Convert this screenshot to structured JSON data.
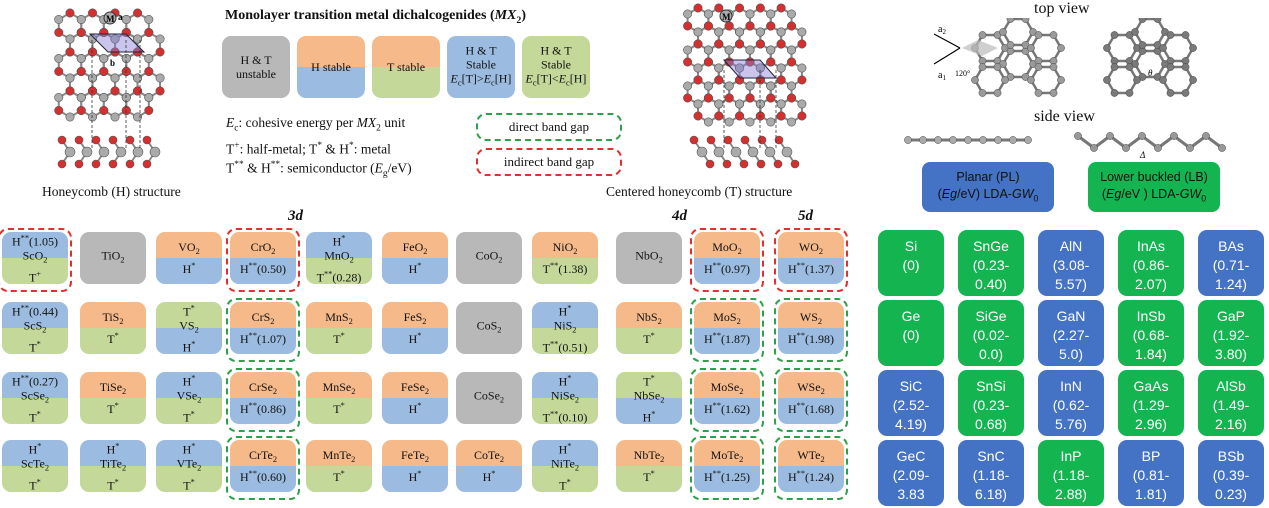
{
  "title": "Monolayer transition metal dichalcogenides (MX2)",
  "colors": {
    "gray": "#b8b8b8",
    "blue": "#9bbce0",
    "orange": "#f5b98a",
    "green": "#c4d89a",
    "red": "#e03030",
    "dgreen": "#2ea04a",
    "rblue": "#4472c4",
    "rgreen": "#14b450"
  },
  "legend": {
    "boxes": [
      {
        "label": "H & T unstable",
        "top": "gray",
        "bottom": "gray"
      },
      {
        "label": "H stable",
        "top": "orange",
        "bottom": "blue"
      },
      {
        "label": "T stable",
        "top": "orange",
        "bottom": "green"
      },
      {
        "label": "H & T Stable Ec[T]>Ec[H]",
        "top": "blue",
        "bottom": "blue"
      },
      {
        "label": "H & T Stable Ec[T]<Ec[H]",
        "top": "green",
        "bottom": "green"
      }
    ],
    "notes": [
      "Ec: cohesive energy per MX2 unit",
      "T+: half-metal; T* & H*: metal",
      "T** & H**: semiconductor (Eg/eV)"
    ],
    "direct": "direct band gap",
    "indirect": "indirect band gap"
  },
  "captions": {
    "h": "Honeycomb (H) structure",
    "t": "Centered honeycomb (T) structure"
  },
  "headers": {
    "d3": "3d",
    "d4": "4d",
    "d5": "5d"
  },
  "grid": [
    [
      {
        "lines": [
          "H**(1.05)",
          "ScO2",
          "T+"
        ],
        "c": [
          "blue",
          "green"
        ],
        "frame": "red"
      },
      {
        "lines": [
          "TiO2"
        ],
        "c": [
          "gray",
          "gray"
        ]
      },
      {
        "lines": [
          "VO2",
          "H*"
        ],
        "c": [
          "orange",
          "blue"
        ]
      },
      {
        "lines": [
          "CrO2",
          "H**(0.50)"
        ],
        "c": [
          "orange",
          "blue"
        ],
        "frame": "red"
      },
      {
        "lines": [
          "H*",
          "MnO2",
          "T**(0.28)"
        ],
        "c": [
          "blue",
          "green"
        ]
      },
      {
        "lines": [
          "FeO2",
          "H*"
        ],
        "c": [
          "orange",
          "blue"
        ]
      },
      {
        "lines": [
          "CoO2"
        ],
        "c": [
          "gray",
          "gray"
        ]
      },
      {
        "lines": [
          "NiO2",
          "T**(1.38)"
        ],
        "c": [
          "orange",
          "green"
        ]
      },
      {
        "lines": [
          "NbO2"
        ],
        "c": [
          "gray",
          "gray"
        ]
      },
      {
        "lines": [
          "MoO2",
          "H**(0.97)"
        ],
        "c": [
          "orange",
          "blue"
        ],
        "frame": "red"
      },
      {
        "lines": [
          "WO2",
          "H**(1.37)"
        ],
        "c": [
          "orange",
          "blue"
        ],
        "frame": "red"
      }
    ],
    [
      {
        "lines": [
          "H**(0.44)",
          "ScS2",
          "T*"
        ],
        "c": [
          "blue",
          "green"
        ]
      },
      {
        "lines": [
          "TiS2",
          "T*"
        ],
        "c": [
          "orange",
          "green"
        ]
      },
      {
        "lines": [
          "T*",
          "VS2",
          "H*"
        ],
        "c": [
          "green",
          "blue"
        ]
      },
      {
        "lines": [
          "CrS2",
          "H**(1.07)"
        ],
        "c": [
          "orange",
          "blue"
        ],
        "frame": "green"
      },
      {
        "lines": [
          "MnS2",
          "T*"
        ],
        "c": [
          "orange",
          "green"
        ]
      },
      {
        "lines": [
          "FeS2",
          "H*"
        ],
        "c": [
          "orange",
          "blue"
        ]
      },
      {
        "lines": [
          "CoS2"
        ],
        "c": [
          "gray",
          "gray"
        ]
      },
      {
        "lines": [
          "H*",
          "NiS2",
          "T**(0.51)"
        ],
        "c": [
          "blue",
          "green"
        ]
      },
      {
        "lines": [
          "NbS2",
          "T*"
        ],
        "c": [
          "orange",
          "green"
        ]
      },
      {
        "lines": [
          "MoS2",
          "H**(1.87)"
        ],
        "c": [
          "orange",
          "blue"
        ],
        "frame": "green"
      },
      {
        "lines": [
          "WS2",
          "H**(1.98)"
        ],
        "c": [
          "orange",
          "blue"
        ],
        "frame": "green"
      }
    ],
    [
      {
        "lines": [
          "H**(0.27)",
          "ScSe2",
          "T*"
        ],
        "c": [
          "blue",
          "green"
        ]
      },
      {
        "lines": [
          "TiSe2",
          "T*"
        ],
        "c": [
          "orange",
          "green"
        ]
      },
      {
        "lines": [
          "H*",
          "VSe2",
          "T*"
        ],
        "c": [
          "blue",
          "green"
        ]
      },
      {
        "lines": [
          "CrSe2",
          "H**(0.86)"
        ],
        "c": [
          "orange",
          "blue"
        ],
        "frame": "green"
      },
      {
        "lines": [
          "MnSe2",
          "T*"
        ],
        "c": [
          "orange",
          "green"
        ]
      },
      {
        "lines": [
          "FeSe2",
          "H*"
        ],
        "c": [
          "orange",
          "blue"
        ]
      },
      {
        "lines": [
          "CoSe2"
        ],
        "c": [
          "gray",
          "gray"
        ]
      },
      {
        "lines": [
          "H*",
          "NiSe2",
          "T**(0.10)"
        ],
        "c": [
          "blue",
          "green"
        ]
      },
      {
        "lines": [
          "T*",
          "NbSe2",
          "H*"
        ],
        "c": [
          "green",
          "blue"
        ]
      },
      {
        "lines": [
          "MoSe2",
          "H**(1.62)"
        ],
        "c": [
          "orange",
          "blue"
        ],
        "frame": "green"
      },
      {
        "lines": [
          "WSe2",
          "H**(1.68)"
        ],
        "c": [
          "orange",
          "blue"
        ],
        "frame": "green"
      }
    ],
    [
      {
        "lines": [
          "H*",
          "ScTe2",
          "T*"
        ],
        "c": [
          "blue",
          "green"
        ]
      },
      {
        "lines": [
          "H*",
          "TiTe2",
          "T*"
        ],
        "c": [
          "blue",
          "green"
        ]
      },
      {
        "lines": [
          "H*",
          "VTe2",
          "T*"
        ],
        "c": [
          "blue",
          "green"
        ]
      },
      {
        "lines": [
          "CrTe2",
          "H**(0.60)"
        ],
        "c": [
          "orange",
          "blue"
        ],
        "frame": "green"
      },
      {
        "lines": [
          "MnTe2",
          "T*"
        ],
        "c": [
          "orange",
          "green"
        ]
      },
      {
        "lines": [
          "FeTe2",
          "H*"
        ],
        "c": [
          "orange",
          "blue"
        ]
      },
      {
        "lines": [
          "CoTe2",
          "H*"
        ],
        "c": [
          "orange",
          "blue"
        ]
      },
      {
        "lines": [
          "H*",
          "NiTe2",
          "T*"
        ],
        "c": [
          "blue",
          "green"
        ]
      },
      {
        "lines": [
          "NbTe2",
          "T*"
        ],
        "c": [
          "orange",
          "green"
        ]
      },
      {
        "lines": [
          "MoTe2",
          "H**(1.25)"
        ],
        "c": [
          "orange",
          "blue"
        ],
        "frame": "green"
      },
      {
        "lines": [
          "WTe2",
          "H**(1.24)"
        ],
        "c": [
          "orange",
          "blue"
        ],
        "frame": "green"
      }
    ]
  ],
  "right": {
    "top_view": "top view",
    "side_view": "side view",
    "lattice_labels": [
      "a2",
      "a1",
      "120°",
      "θ",
      "Δ"
    ],
    "planar": "Planar (PL) (Eg/eV) LDA-GW0",
    "buckled": "Lower buckled (LB) (Eg/eV ) LDA-GW0",
    "cells": [
      [
        {
          "n": "Si",
          "v": "(0)",
          "c": "g"
        },
        {
          "n": "SnGe",
          "v": "(0.23-0.40)",
          "c": "g"
        },
        {
          "n": "AlN",
          "v": "(3.08-5.57)",
          "c": "b"
        },
        {
          "n": "InAs",
          "v": "(0.86-2.07)",
          "c": "g"
        },
        {
          "n": "BAs",
          "v": "(0.71-1.24)",
          "c": "b"
        }
      ],
      [
        {
          "n": "Ge",
          "v": "(0)",
          "c": "g"
        },
        {
          "n": "SiGe",
          "v": "(0.02-0.0)",
          "c": "g"
        },
        {
          "n": "GaN",
          "v": "(2.27-5.0)",
          "c": "b"
        },
        {
          "n": "InSb",
          "v": "(0.68-1.84)",
          "c": "g"
        },
        {
          "n": "GaP",
          "v": "(1.92-3.80)",
          "c": "g"
        }
      ],
      [
        {
          "n": "SiC",
          "v": "(2.52-4.19)",
          "c": "b"
        },
        {
          "n": "SnSi",
          "v": "(0.23-0.68)",
          "c": "g"
        },
        {
          "n": "InN",
          "v": "(0.62-5.76)",
          "c": "b"
        },
        {
          "n": "GaAs",
          "v": "(1.29-2.96)",
          "c": "g"
        },
        {
          "n": "AlSb",
          "v": "(1.49-2.16)",
          "c": "g"
        }
      ],
      [
        {
          "n": "GeC",
          "v": "(2.09-3.83",
          "c": "b"
        },
        {
          "n": "SnC",
          "v": "(1.18-6.18)",
          "c": "b"
        },
        {
          "n": "InP",
          "v": "(1.18-2.88)",
          "c": "g"
        },
        {
          "n": "BP",
          "v": "(0.81-1.81)",
          "c": "b"
        },
        {
          "n": "BSb",
          "v": "(0.39-0.23)",
          "c": "b"
        }
      ]
    ]
  },
  "atom_labels": {
    "m": "M",
    "a": "a",
    "b": "b",
    "tm": "M"
  }
}
